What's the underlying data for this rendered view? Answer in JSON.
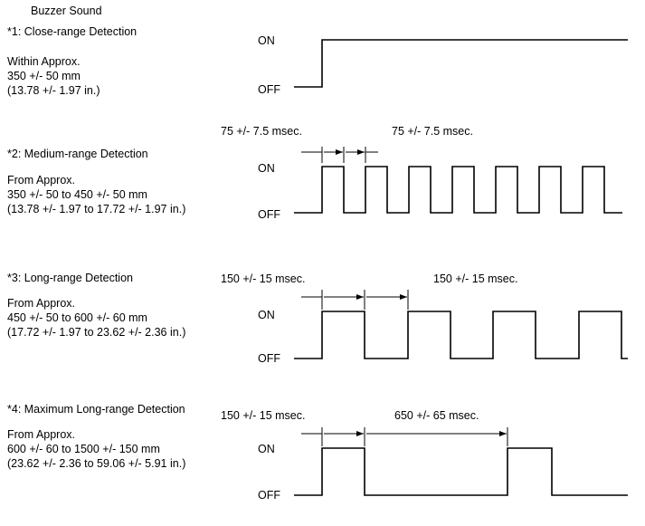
{
  "title": "Buzzer Sound",
  "state_on": "ON",
  "state_off": "OFF",
  "rows": [
    {
      "heading": "*1: Close-range Detection",
      "desc": [
        "Within Approx.",
        "350 +/- 50 mm",
        "(13.78 +/- 1.97 in.)"
      ],
      "timing_left": "",
      "timing_right": ""
    },
    {
      "heading": "*2: Medium-range Detection",
      "desc": [
        "From Approx.",
        "350 +/- 50 to 450 +/- 50 mm",
        "(13.78 +/- 1.97 to 17.72 +/- 1.97 in.)"
      ],
      "timing_left": "75 +/- 7.5 msec.",
      "timing_right": "75 +/- 7.5 msec."
    },
    {
      "heading": "*3: Long-range Detection",
      "desc": [
        "From Approx.",
        "450 +/- 50 to 600 +/- 60 mm",
        "(17.72 +/- 1.97 to 23.62 +/- 2.36 in.)"
      ],
      "timing_left": "150 +/- 15 msec.",
      "timing_right": "150 +/- 15 msec."
    },
    {
      "heading": "*4: Maximum Long-range Detection",
      "desc": [
        "From Approx.",
        "600 +/- 60 to 1500 +/- 150 mm",
        "(23.62 +/- 2.36 to 59.06 +/- 5.91 in.)"
      ],
      "timing_left": "150 +/- 15 msec.",
      "timing_right": "650 +/- 65 msec."
    }
  ]
}
